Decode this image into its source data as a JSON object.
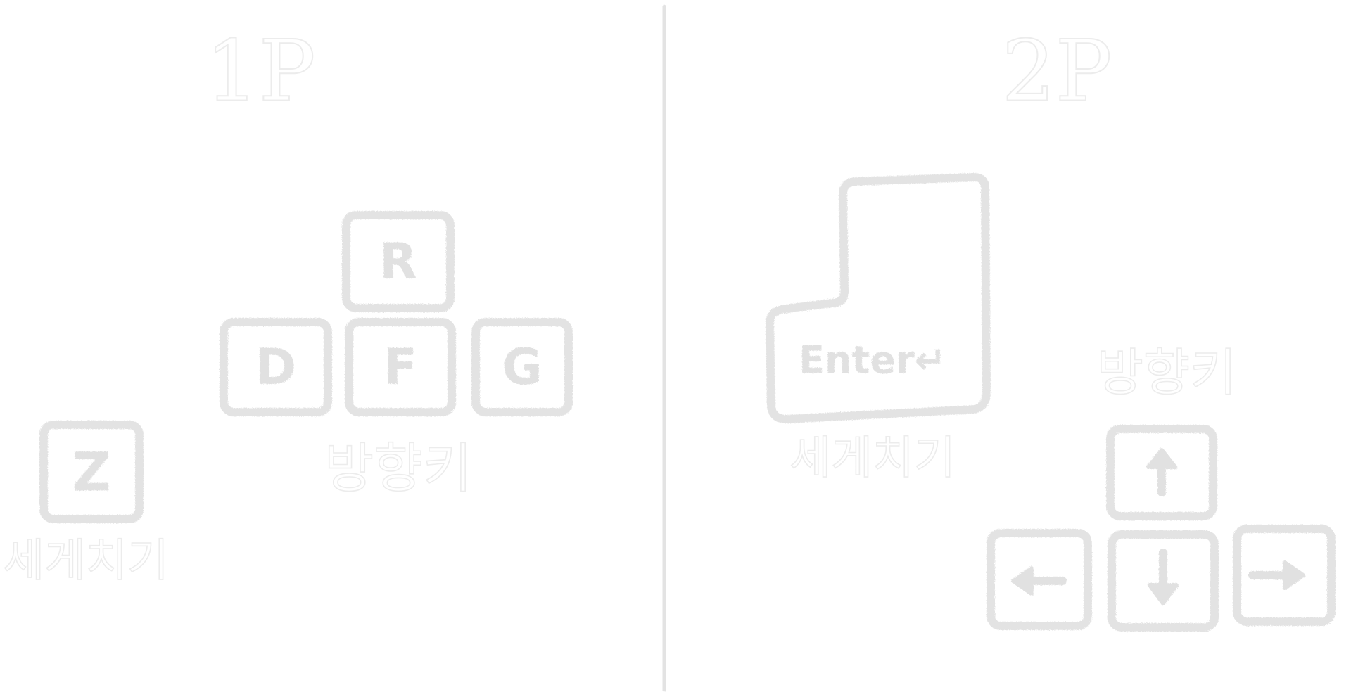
{
  "colors": {
    "background": "#ffffff",
    "chalk": "#e3e3e3",
    "chalk_light": "#ececec"
  },
  "player1": {
    "title": "1P",
    "keys": {
      "up": "R",
      "left": "D",
      "down": "F",
      "right": "G",
      "hit": "Z"
    },
    "direction_label": "방향키",
    "hit_label": "세게치기"
  },
  "player2": {
    "title": "2P",
    "keys": {
      "hit": "Enter↵",
      "up": "arrow-up-icon",
      "left": "arrow-left-icon",
      "down": "arrow-down-icon",
      "right": "arrow-right-icon"
    },
    "direction_label": "방향키",
    "hit_label": "세게치기"
  }
}
